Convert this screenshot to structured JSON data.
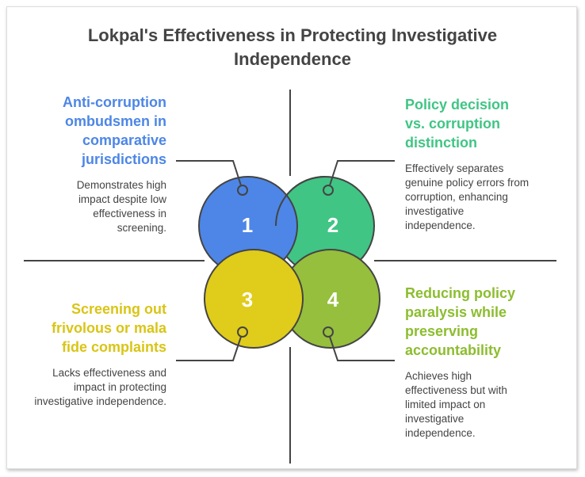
{
  "title": "Lokpal's Effectiveness in Protecting Investigative Independence",
  "colors": {
    "blue": "#4d86e6",
    "green": "#40c584",
    "yellow": "#e0cc1a",
    "olive": "#95bf3c"
  },
  "items": [
    {
      "number": "1",
      "heading": "Anti-corruption ombudsmen in comparative jurisdictions",
      "description": "Demonstrates high impact despite low effectiveness in screening."
    },
    {
      "number": "2",
      "heading": "Policy decision vs. corruption distinction",
      "description": "Effectively separates genuine policy errors from corruption, enhancing investigative independence."
    },
    {
      "number": "3",
      "heading": "Screening out frivolous or mala fide complaints",
      "description": "Lacks effectiveness and impact in protecting investigative independence."
    },
    {
      "number": "4",
      "heading": "Reducing policy paralysis while preserving accountability",
      "description": "Achieves high effectiveness but with limited impact on investigative independence."
    }
  ]
}
